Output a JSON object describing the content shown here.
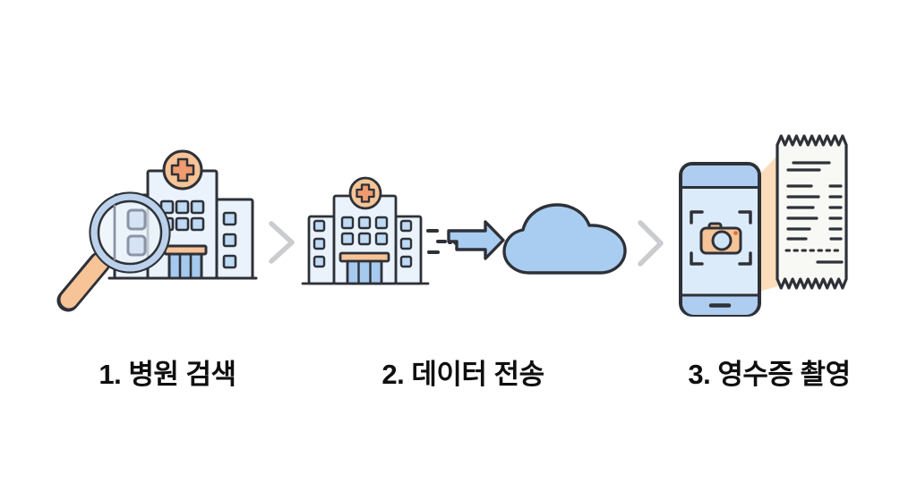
{
  "diagram": {
    "kind": "process-steps-infographic",
    "language": "ko",
    "steps": [
      {
        "label": "1. 병원 검색",
        "icon": "magnifier-over-hospital"
      },
      {
        "label": "2. 데이터 전송",
        "icon": "hospital-arrow-cloud"
      },
      {
        "label": "3. 영수증 촬영",
        "icon": "phone-camera-receipt"
      }
    ],
    "separator_icon": "chevron-right"
  },
  "colors": {
    "background": "#ffffff",
    "outline": "#2e3138",
    "building_fill": "#eaf2fb",
    "window_fill": "#bedaf5",
    "door_blue": "#a6c9ee",
    "accent_peach": "#f6c497",
    "cross_salmon": "#ef9b6f",
    "arrow_cloud_blue": "#a9cdf1",
    "phone_bar_blue": "#aecdf0",
    "phone_screen": "#dcebf9",
    "receipt_fill": "#f8f8f5",
    "scan_beam_peach": "#fbd8b4",
    "magnifier_rim": "#bcd2ec",
    "chevron_gray": "#cacccf",
    "label_text": "#0f0f10"
  }
}
